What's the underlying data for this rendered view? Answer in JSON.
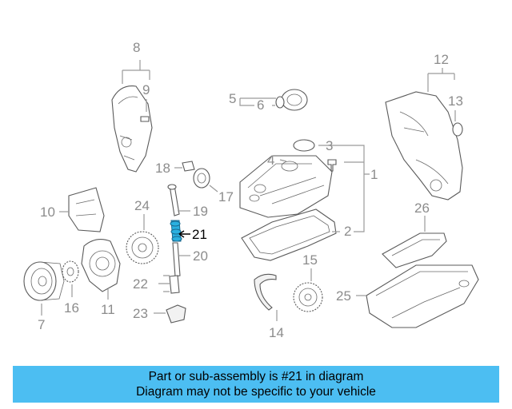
{
  "banner": {
    "line1": "Part or sub-assembly is #21 in diagram",
    "line2": "Diagram may not be specific to your vehicle",
    "bg_color": "#4cbef2"
  },
  "highlight_color": "#2ab0e0",
  "callouts": {
    "c1": "1",
    "c2": "2",
    "c3": "3",
    "c4": "4",
    "c5": "5",
    "c6": "6",
    "c7": "7",
    "c8": "8",
    "c9": "9",
    "c10": "10",
    "c11": "11",
    "c12": "12",
    "c13": "13",
    "c14": "14",
    "c15": "15",
    "c16": "16",
    "c17": "17",
    "c18": "18",
    "c19": "19",
    "c20": "20",
    "c21": "21",
    "c22": "22",
    "c23": "23",
    "c24": "24",
    "c25": "25",
    "c26": "26"
  }
}
